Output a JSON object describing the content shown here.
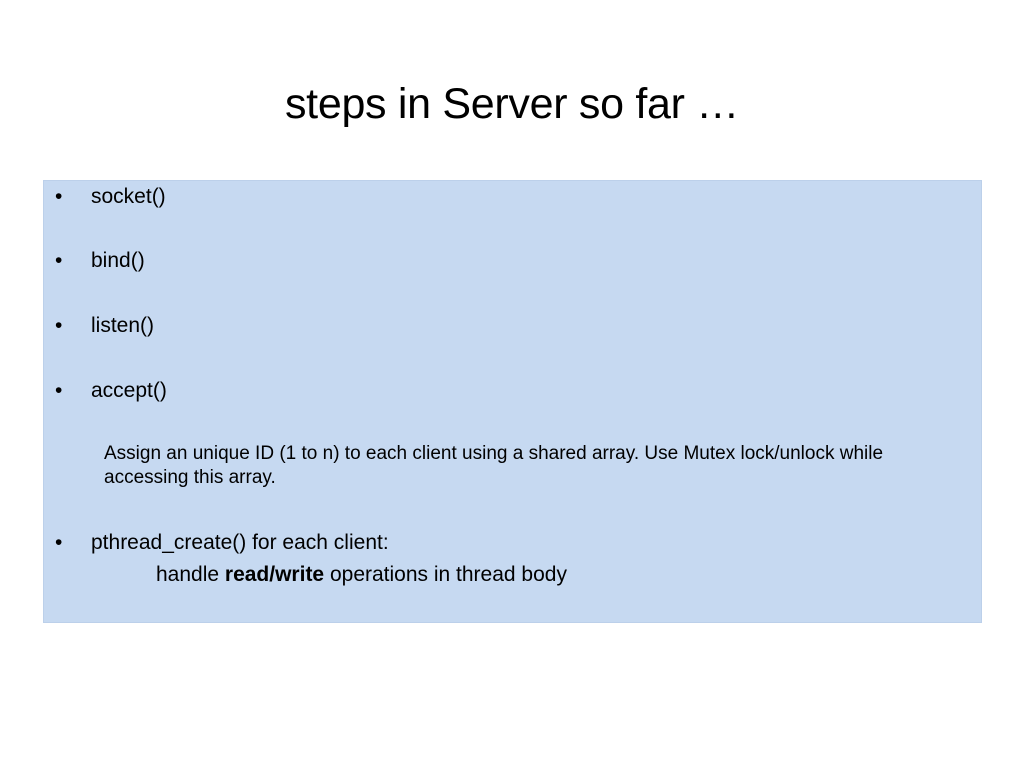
{
  "slide": {
    "title": "steps in Server so far …"
  },
  "bullet_symbol": "•",
  "steps": [
    "socket()",
    "bind()",
    "listen()",
    "accept()"
  ],
  "accept_note": "Assign an unique ID (1 to n) to each client using a shared array. Use Mutex lock/unlock while accessing this array.",
  "thread_step": {
    "label": "pthread_create() for each client:",
    "detail_prefix": "handle ",
    "detail_bold": "read/write",
    "detail_suffix": " operations in thread body"
  },
  "colors": {
    "box_background": "#c6d9f1",
    "text": "#000000",
    "page_background": "#ffffff"
  }
}
